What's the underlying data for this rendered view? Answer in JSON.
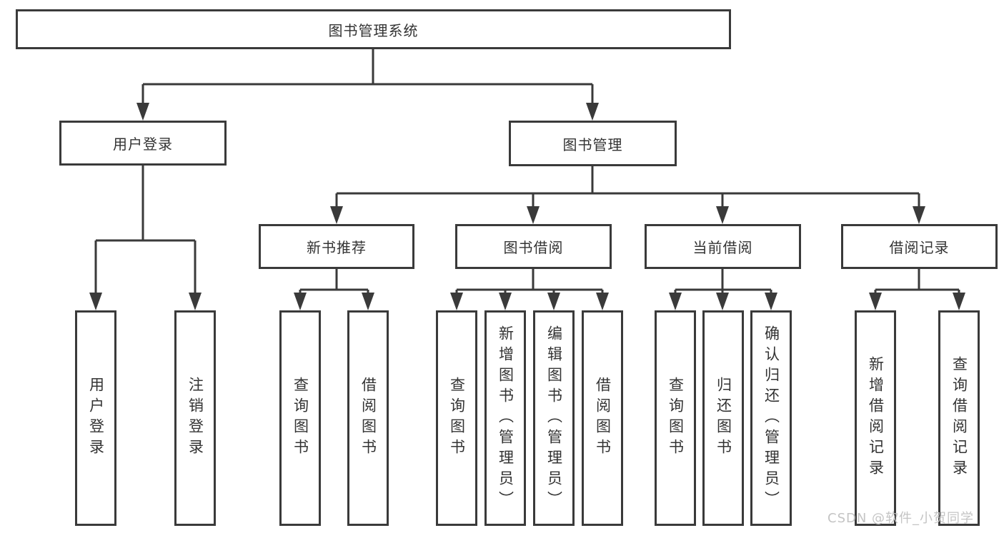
{
  "diagram": {
    "root": {
      "label": "图书管理系统"
    },
    "branches": [
      {
        "label": "用户登录",
        "children": [
          {
            "label": "用户登录"
          },
          {
            "label": "注销登录"
          }
        ]
      },
      {
        "label": "图书管理",
        "children": [
          {
            "label": "新书推荐",
            "children": [
              {
                "label": "查询图书"
              },
              {
                "label": "借阅图书"
              }
            ]
          },
          {
            "label": "图书借阅",
            "children": [
              {
                "label": "查询图书"
              },
              {
                "label": "新增图书（管理员）"
              },
              {
                "label": "编辑图书（管理员）"
              },
              {
                "label": "借阅图书"
              }
            ]
          },
          {
            "label": "当前借阅",
            "children": [
              {
                "label": "查询图书"
              },
              {
                "label": "归还图书"
              },
              {
                "label": "确认归还（管理员）"
              }
            ]
          },
          {
            "label": "借阅记录",
            "children": [
              {
                "label": "新增借阅记录"
              },
              {
                "label": "查询借阅记录"
              }
            ]
          }
        ]
      }
    ],
    "watermark": "CSDN @软件_小贺同学",
    "colors": {
      "line": "#3a3a3a",
      "text": "#333333",
      "watermark": "#c4c4c4",
      "background": "#ffffff"
    }
  }
}
